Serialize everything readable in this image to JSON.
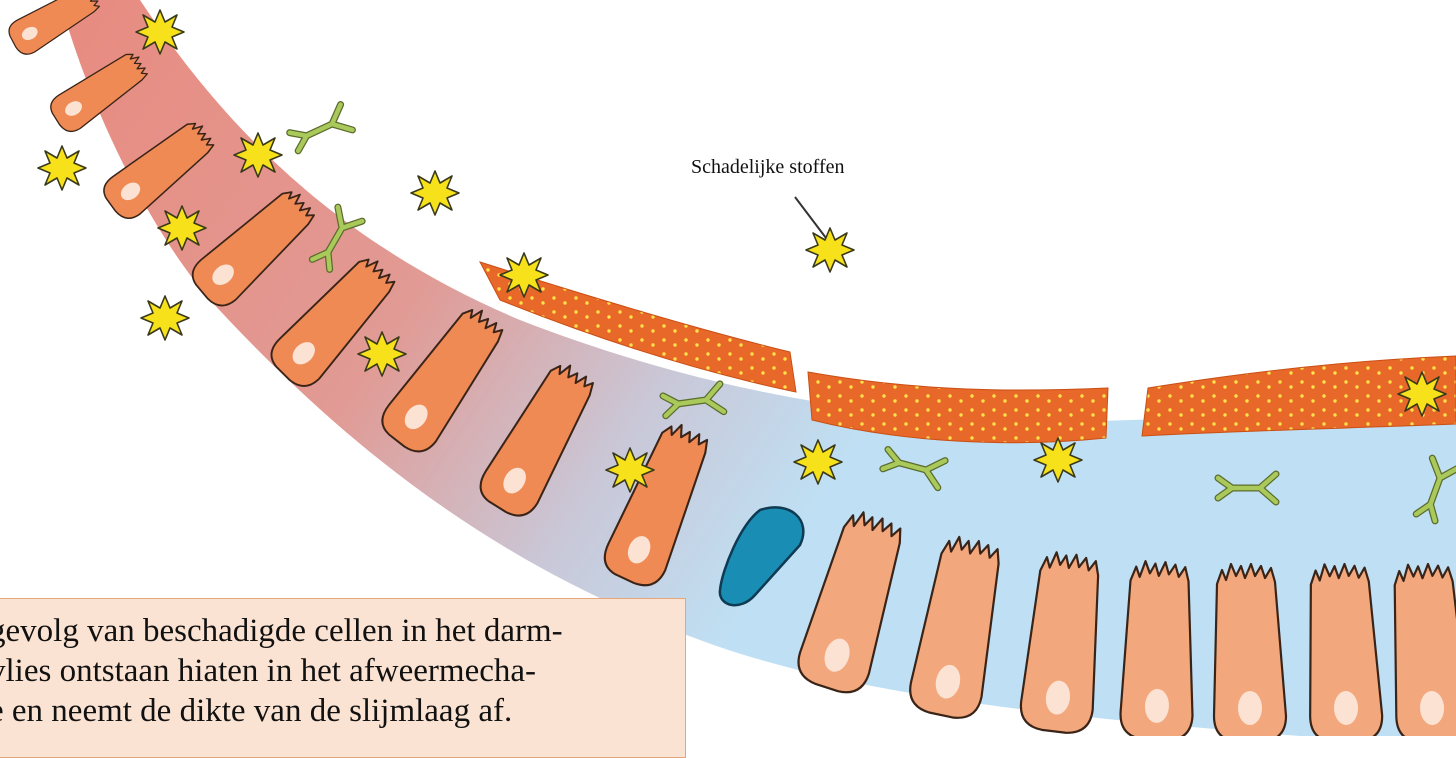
{
  "labels": {
    "harmful_substances": "Schadelijke stoffen"
  },
  "caption": {
    "lines": [
      "gevolg van beschadigde cellen in het darm-",
      "vlies ontstaan hiaten in het afweermecha-",
      "e en neemt de dikte van de slijmlaag af."
    ]
  },
  "colors": {
    "damaged_zone": "#e88b80",
    "healthy_zone": "#bfe0f4",
    "mucus_layer": "#e8682a",
    "mucus_dots": "#ffe24a",
    "cell_fill": "#ef8a55",
    "cell_fill_light": "#f3a77c",
    "nucleus": "#fbe2d3",
    "harmful_star": "#f7e11b",
    "antibody": "#a9c95a",
    "goblet_cell": "#1a8db5"
  },
  "icons": [
    "harmful-substance-star-icon",
    "antibody-icon",
    "goblet-cell-icon",
    "epithelial-cell-icon"
  ]
}
